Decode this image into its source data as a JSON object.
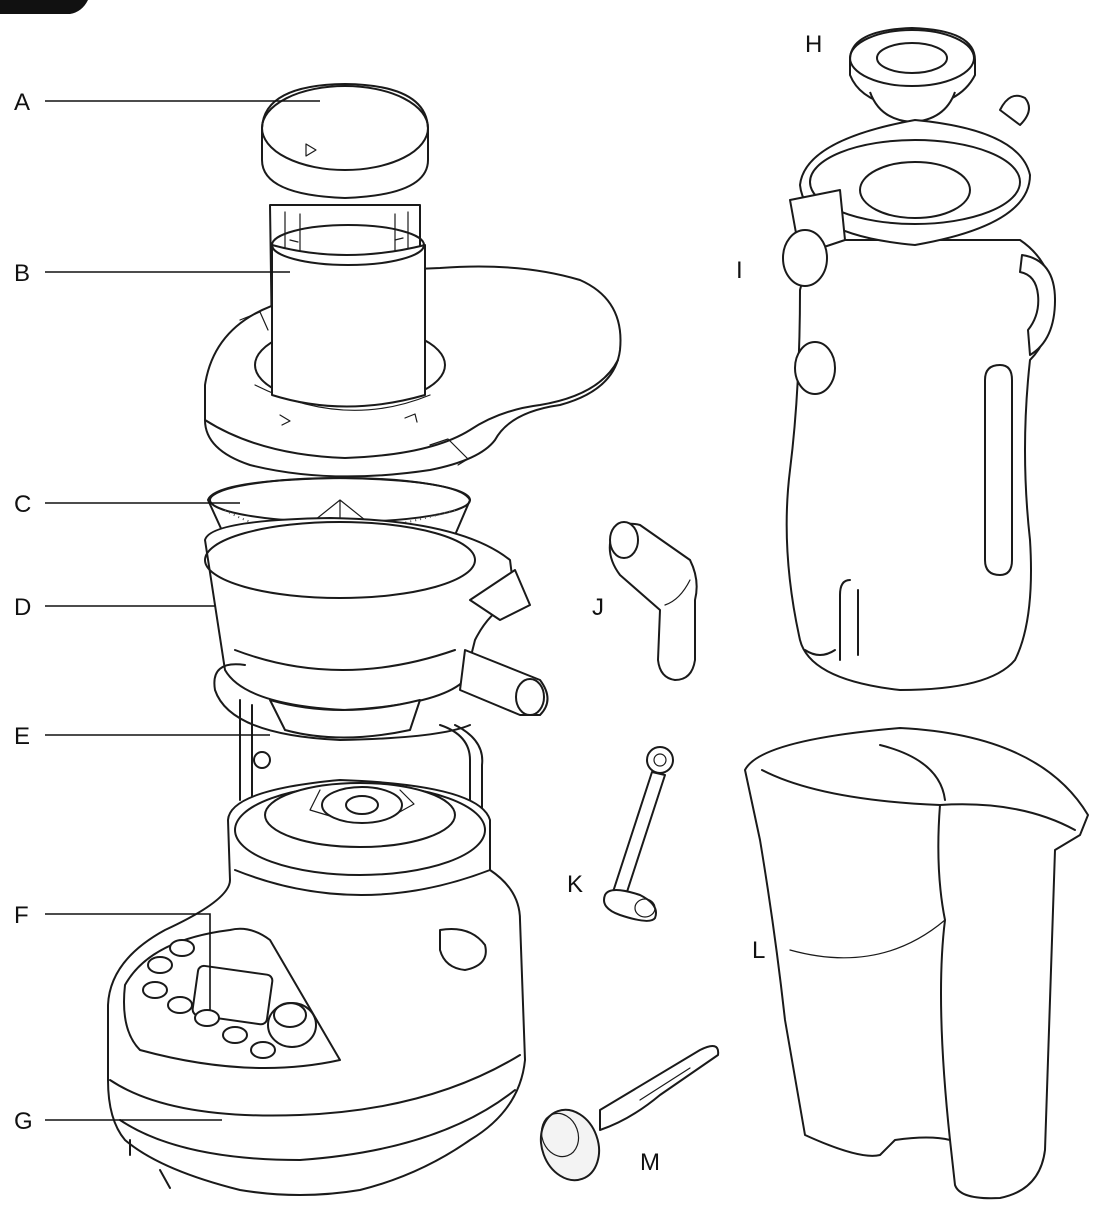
{
  "labels": {
    "a": "A",
    "b": "B",
    "c": "C",
    "d": "D",
    "e": "E",
    "f": "F",
    "g": "G",
    "h": "H",
    "i": "I",
    "j": "J",
    "k": "K",
    "l": "L",
    "m": "M"
  }
}
